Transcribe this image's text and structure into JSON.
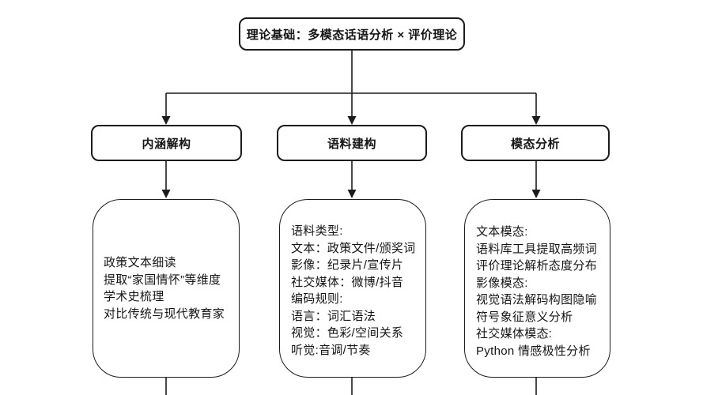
{
  "diagram": {
    "colors": {
      "background": "#ffffff",
      "line": "#1c1c1c",
      "text": "#161616"
    },
    "root": {
      "label": "理论基础：多模态话语分析 × 评价理论"
    },
    "branches": [
      {
        "label": "内涵解构",
        "details": [
          "政策文本细读",
          "提取“家国情怀”等维度",
          "学术史梳理",
          "对比传统与现代教育家"
        ]
      },
      {
        "label": "语料建构",
        "details": [
          "语料类型:",
          "文本：政策文件/颁奖词",
          "影像：纪录片/宣传片",
          "社交媒体：微博/抖音",
          "编码规则:",
          "语言：词汇语法",
          "视觉：色彩/空间关系",
          "听觉:音调/节奏"
        ]
      },
      {
        "label": "模态分析",
        "details": [
          "文本模态:",
          "语料库工具提取高频词",
          "评价理论解析态度分布",
          "影像模态:",
          "视觉语法解码构图隐喻",
          "符号象征意义分析",
          "社交媒体模态:",
          "Python 情感极性分析"
        ]
      }
    ]
  }
}
